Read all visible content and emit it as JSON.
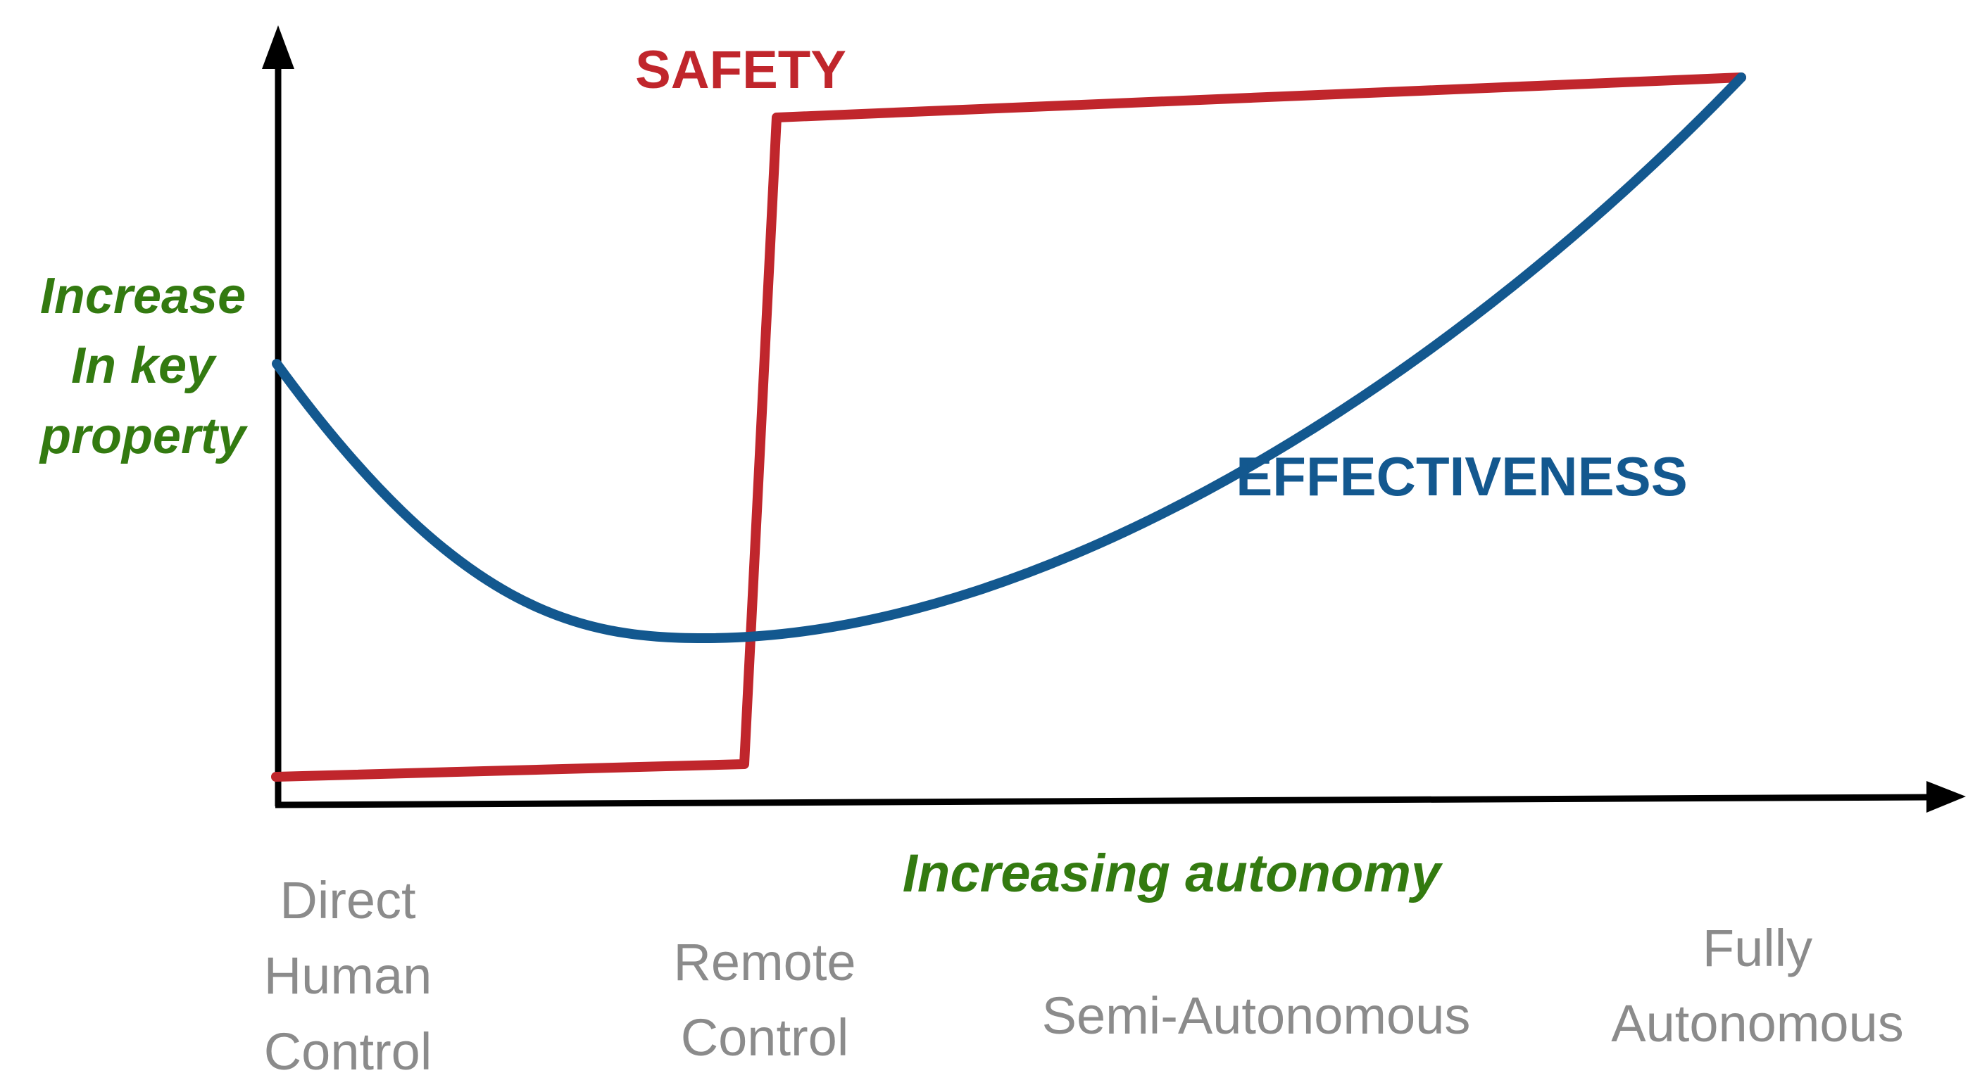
{
  "labels": {
    "safety": "SAFETY",
    "effectiveness": "EFFECTIVENESS",
    "y_axis": "Increase\nIn key\nproperty",
    "x_axis_title": "Increasing autonomy",
    "ticks": [
      {
        "label": "Direct\nHuman\nControl"
      },
      {
        "label": "Remote\nControl"
      },
      {
        "label": "Semi-Autonomous"
      },
      {
        "label": "Fully\nAutonomous"
      }
    ]
  },
  "colors": {
    "safety": "#c0262c",
    "effectiveness": "#13588f",
    "axis_label_green": "#337a10",
    "tick_gray": "#8b8b8b",
    "axis_black": "#000000"
  },
  "chart_data": {
    "type": "line",
    "title": "",
    "xlabel": "Increasing autonomy",
    "ylabel": "Increase In key property",
    "x_axis": {
      "style": "qualitative arrow axis, no numeric ticks",
      "categories": [
        "Direct Human Control",
        "Remote Control",
        "Semi-Autonomous",
        "Fully Autonomous"
      ],
      "category_positions_frac": [
        0.04,
        0.29,
        0.58,
        0.88
      ]
    },
    "y_axis": {
      "style": "qualitative arrow axis, no numeric ticks",
      "range_frac": [
        0,
        1
      ]
    },
    "grid": false,
    "legend": "inline labels next to lines",
    "series": [
      {
        "name": "SAFETY",
        "color": "#c0262c",
        "shape": "low nearly-flat segment, abrupt step up at Remote Control, then high nearly-flat plateau rising slightly",
        "points_frac": [
          {
            "x": 0.0,
            "y": 0.033
          },
          {
            "x": 0.28,
            "y": 0.049
          },
          {
            "x": 0.3,
            "y": 0.885
          },
          {
            "x": 0.87,
            "y": 0.936
          }
        ]
      },
      {
        "name": "EFFECTIVENESS",
        "color": "#13588f",
        "shape": "U-shaped convex curve: starts mid-high, dips to minimum near Remote Control, rises steeply to top right meeting SAFETY endpoint",
        "points_frac": [
          {
            "x": 0.0,
            "y": 0.566
          },
          {
            "x": 0.14,
            "y": 0.35
          },
          {
            "x": 0.25,
            "y": 0.212
          },
          {
            "x": 0.4,
            "y": 0.27
          },
          {
            "x": 0.58,
            "y": 0.44
          },
          {
            "x": 0.75,
            "y": 0.7
          },
          {
            "x": 0.87,
            "y": 0.936
          }
        ]
      }
    ]
  }
}
